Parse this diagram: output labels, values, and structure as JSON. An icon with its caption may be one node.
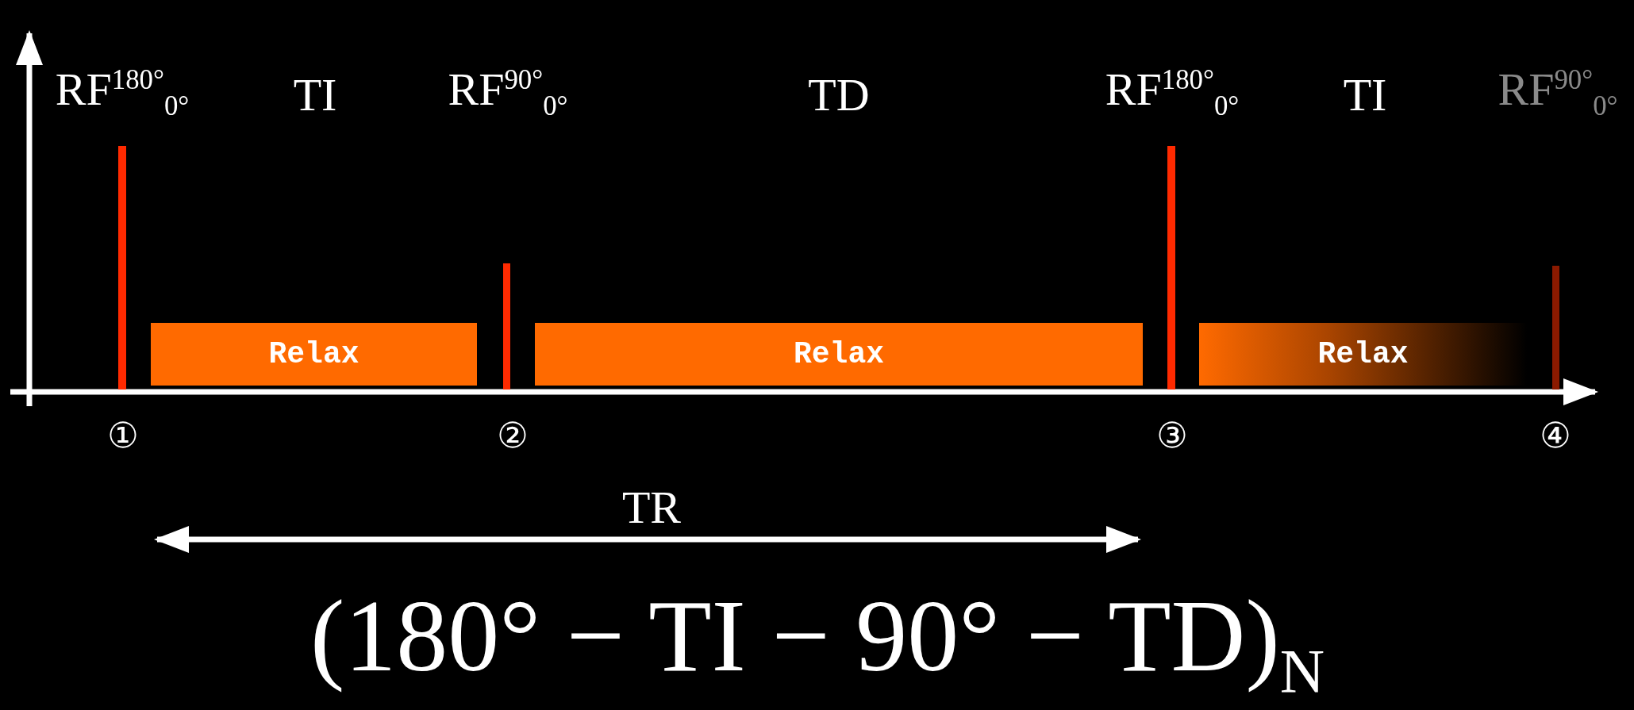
{
  "diagram": {
    "nodes": [
      {
        "text": [
          "Relax"
        ]
      },
      {
        "text": [
          "Relax"
        ]
      },
      {
        "text": [
          "Relax"
        ]
      }
    ],
    "labels": [
      "RF$^{180°}$$_{0°}$",
      "TI",
      "RF$^{90°}$$_{0°}$",
      "TD",
      "RF$^{180°}$$_{0°}$",
      "TI",
      "RF$^{90°}$$_{0°}$",
      "①",
      "②",
      "③",
      "④",
      "TR",
      "(180° − TI − 90° − TD)$_{N}$"
    ]
  }
}
